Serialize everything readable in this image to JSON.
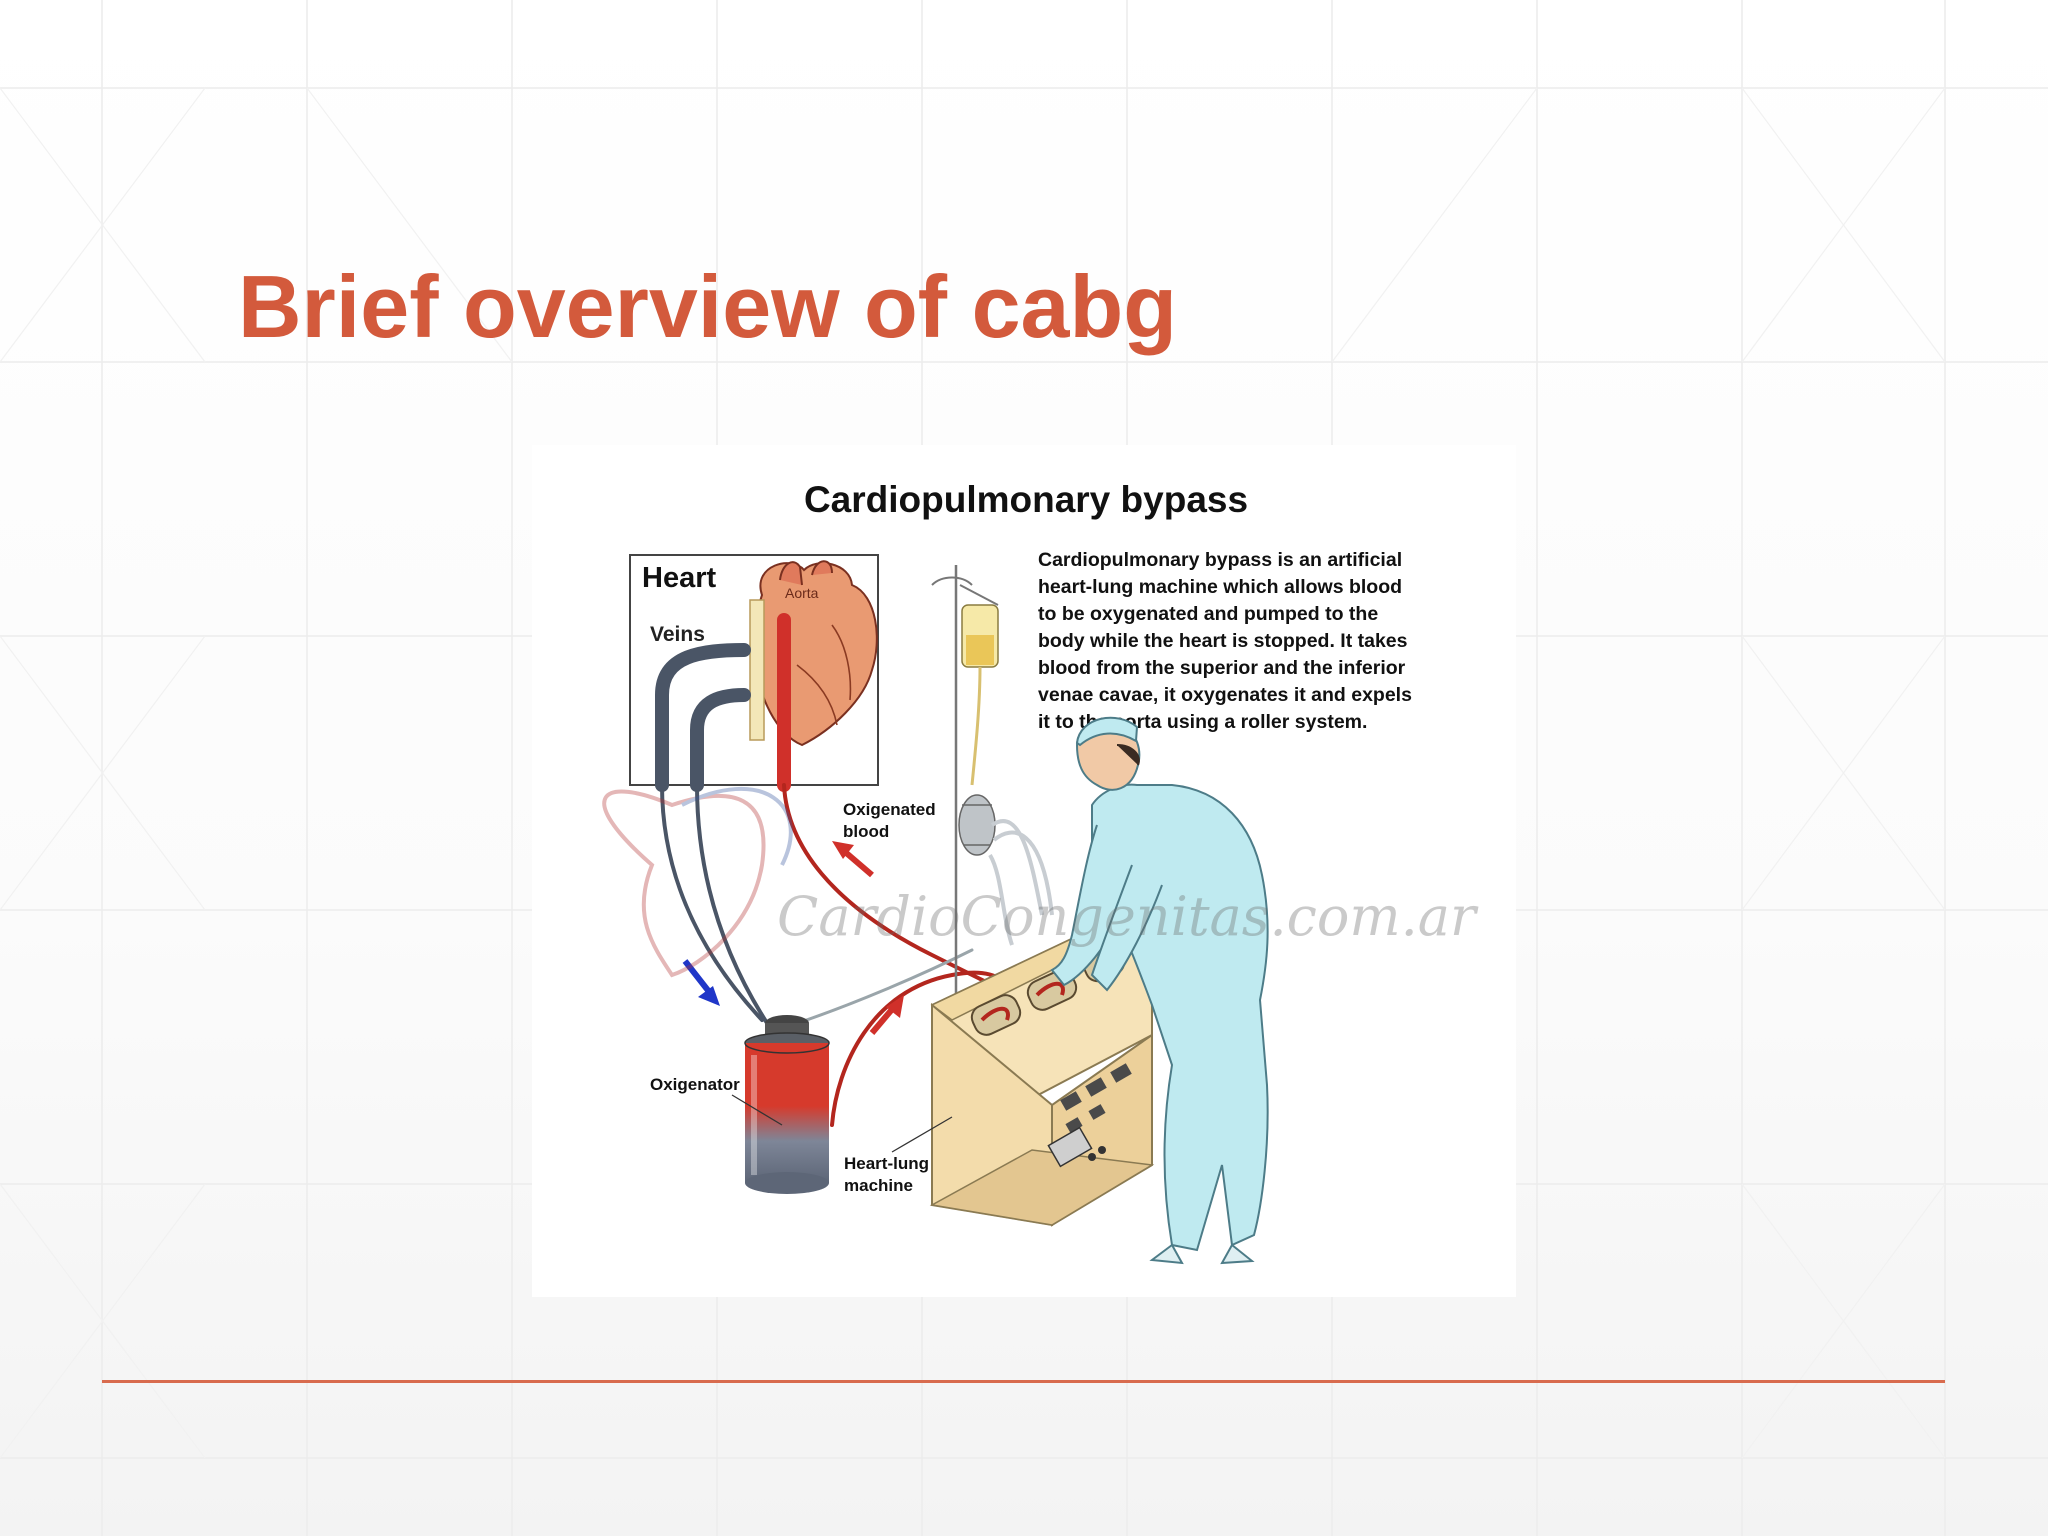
{
  "slide": {
    "title": "Brief overview of cabg",
    "accent_color": "#d35a3c",
    "line_color": "#d86b4e"
  },
  "figure": {
    "heading": "Cardiopulmonary bypass",
    "description_lines": [
      "Cardiopulmonary bypass is an artificial",
      "heart-lung machine which allows blood",
      "to be oxygenated and pumped to the",
      "body while the heart is stopped. It takes",
      "blood from the superior and the inferior",
      "venae cavae, it oxygenates it and expels",
      "it to the aorta using a roller system."
    ],
    "labels": {
      "heart": "Heart",
      "veins": "Veins",
      "aorta": "Aorta",
      "oxygenated_blood_line1": "Oxigenated",
      "oxygenated_blood_line2": "blood",
      "oxygenator": "Oxigenator",
      "heart_lung_machine_line1": "Heart-lung",
      "heart_lung_machine_line2": "machine"
    },
    "watermark": "CardioCongenitas.com.ar",
    "colors": {
      "oxygenated": "#d0302a",
      "deoxygenated": "#4a5566",
      "arrow_blue": "#1f36c8",
      "gown": "#bfeaf0",
      "machine": "#f6e3b8"
    }
  }
}
